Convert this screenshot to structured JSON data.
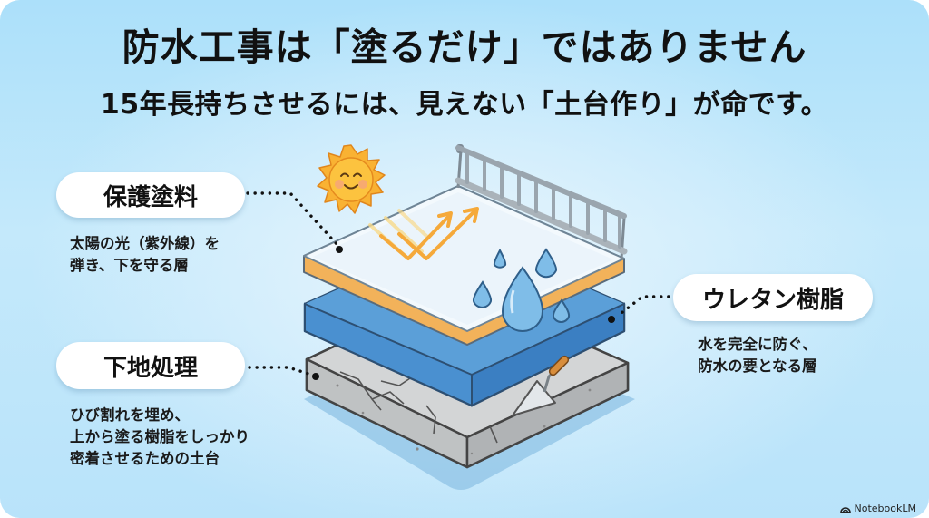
{
  "header": {
    "title": "防水工事は「塗るだけ」ではありません",
    "subtitle": "15年長持ちさせるには、見えない「土台作り」が命です。"
  },
  "layers": [
    {
      "id": "protective-coating",
      "label": "保護塗料",
      "description": "太陽の光（紫外線）を\n弾き、下を守る層",
      "icons": [
        "sun-icon",
        "reflect-arrow-icon"
      ]
    },
    {
      "id": "urethane-resin",
      "label": "ウレタン樹脂",
      "description": "水を完全に防ぐ、\n防水の要となる層",
      "icons": [
        "water-drop-icon"
      ]
    },
    {
      "id": "substrate-prep",
      "label": "下地処理",
      "description": "ひび割れを埋め、\n上から塗る樹脂をしっかり\n密着させるための土台",
      "icons": [
        "trowel-icon",
        "crack-icon"
      ]
    }
  ],
  "colors": {
    "background": "#b9e3fa",
    "coating_top": "#f4fafd",
    "coating_edge": "#f2b25a",
    "urethane": "#4a90d0",
    "concrete": "#c9cbcc",
    "sun": "#f9b233",
    "drop": "#7fbde8"
  },
  "brand": {
    "name": "NotebookLM",
    "icon": "notebooklm-logo-icon"
  }
}
